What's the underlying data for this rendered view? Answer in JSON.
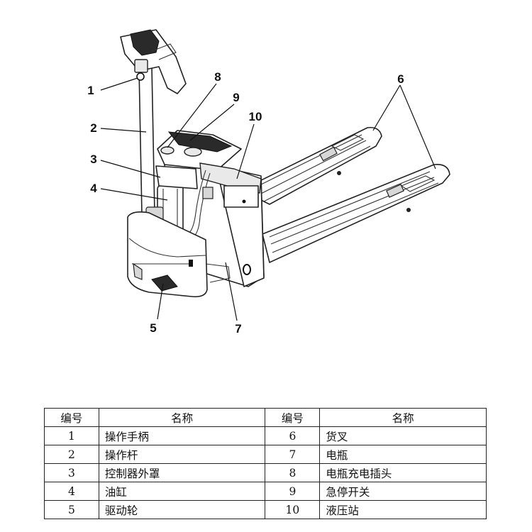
{
  "figure": {
    "callouts": [
      "1",
      "2",
      "3",
      "4",
      "5",
      "6",
      "7",
      "8",
      "9",
      "10"
    ]
  },
  "table": {
    "headers": [
      "编号",
      "名称",
      "编号",
      "名称"
    ],
    "rows": [
      {
        "n1": "1",
        "name1": "操作手柄",
        "n2": "6",
        "name2": "货叉"
      },
      {
        "n1": "2",
        "name1": "操作杆",
        "n2": "7",
        "name2": "电瓶"
      },
      {
        "n1": "3",
        "name1": "控制器外罩",
        "n2": "8",
        "name2": "电瓶充电插头"
      },
      {
        "n1": "4",
        "name1": "油缸",
        "n2": "9",
        "name2": "急停开关"
      },
      {
        "n1": "5",
        "name1": "驱动轮",
        "n2": "10",
        "name2": "液压站"
      }
    ]
  }
}
